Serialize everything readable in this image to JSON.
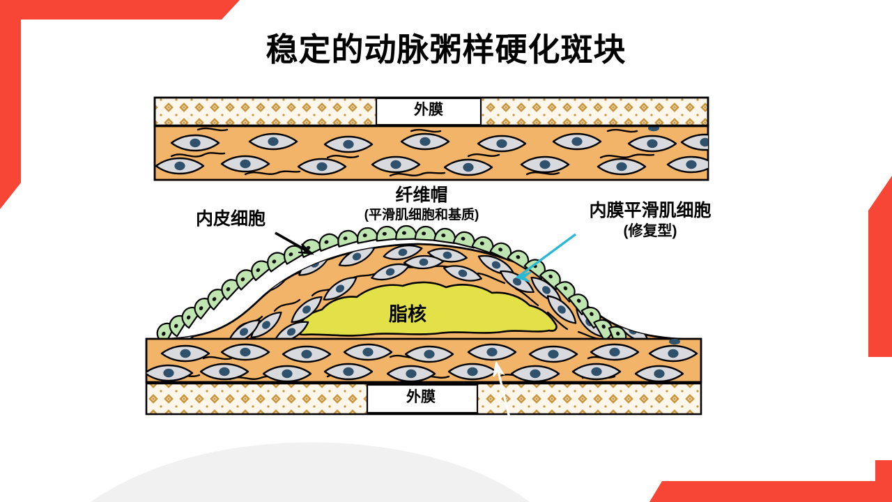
{
  "slide": {
    "title": "稳定的动脉粥样硬化斑块",
    "background_color": "#ffffff"
  },
  "decorations": {
    "accent_color": "#f74536",
    "arc_color": "#f1f1f1",
    "top_left_frame": "red-corner-bracket",
    "right_wedge": "red-angled-wedge",
    "bottom_right_frame": "red-corner-bracket",
    "bottom_left_arc": "gray-curve"
  },
  "labels": {
    "adventitia_top": "外膜",
    "adventitia_bottom": "外膜",
    "fibrous_cap": "纤维帽",
    "fibrous_cap_sub": "(平滑肌细胞和基质)",
    "endothelial_cells": "内皮细胞",
    "intimal_smc": "内膜平滑肌细胞",
    "intimal_smc_sub": "(修复型)",
    "lipid_core": "脂核"
  },
  "diagram": {
    "type": "stable-atherosclerotic-plaque-cross-section",
    "colors": {
      "media_fill": "#f2b468",
      "adventitia_fill": "#fdf6ea",
      "adventitia_hatch": "#c8963e",
      "smooth_muscle_cell_fill": "#d8dade",
      "smooth_muscle_cell_nucleus": "#2f516b",
      "endothelial_cell_fill": "#bfe5b0",
      "endothelial_cell_nucleus": "#1c1c1c",
      "lipid_core_fill": "#e2e248",
      "outline": "#000000",
      "leader_cyan": "#29b9d4",
      "leader_white": "#ffffff"
    },
    "leaders": [
      {
        "name": "endothelial-arrow",
        "color": "#000000",
        "from": "内皮细胞",
        "to": "endothelial cell layer"
      },
      {
        "name": "intimal-smc-arrow",
        "color": "#29b9d4",
        "from": "内膜平滑肌细胞",
        "to": "smooth muscle cell in cap"
      },
      {
        "name": "media-arrow",
        "color": "#ffffff",
        "from": "below",
        "to": "media layer"
      }
    ],
    "structures": [
      {
        "name": "top-adventitia",
        "label": "外膜"
      },
      {
        "name": "top-media",
        "label": ""
      },
      {
        "name": "plaque-cap",
        "label": "纤维帽"
      },
      {
        "name": "lipid-core",
        "label": "脂核"
      },
      {
        "name": "bottom-media",
        "label": ""
      },
      {
        "name": "bottom-adventitia",
        "label": "外膜"
      }
    ]
  }
}
